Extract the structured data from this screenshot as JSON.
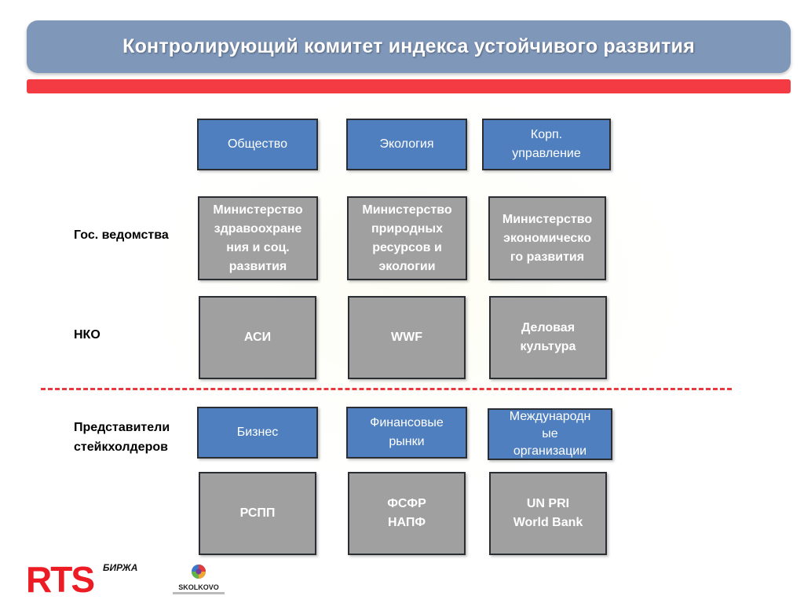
{
  "title": "Контролирующий комитет индекса устойчивого развития",
  "row_labels": {
    "gov": "Гос. ведомства",
    "nko": "НКО",
    "stakeholders": "Представители\nстейкхолдеров"
  },
  "headers": [
    "Общество",
    "Экология",
    "Корп.\nуправление"
  ],
  "gov_row": [
    "Министерство\nздравоохране\nния и соц.\nразвития",
    "Министерство\nприродных\nресурсов и\nэкологии",
    "Министерство\nэкономическо\nго развития"
  ],
  "nko_row": [
    "АСИ",
    "WWF",
    "Деловая\nкультура"
  ],
  "stakeholder_row": [
    "Бизнес",
    "Финансовые\nрынки",
    "Международн\nые\nорганизации"
  ],
  "org_row": [
    "РСПП",
    "ФСФР\nНАПФ",
    "UN PRI\nWorld Bank"
  ],
  "logos": {
    "rts_letters": "RTS",
    "rts_word": "БИРЖА",
    "skolkovo": "SKOLKOVO"
  },
  "colors": {
    "title_bar": "#7f97b9",
    "red_bar": "#f43a42",
    "blue_box": "#4f7fbe",
    "gray_box": "#a0a0a0"
  }
}
